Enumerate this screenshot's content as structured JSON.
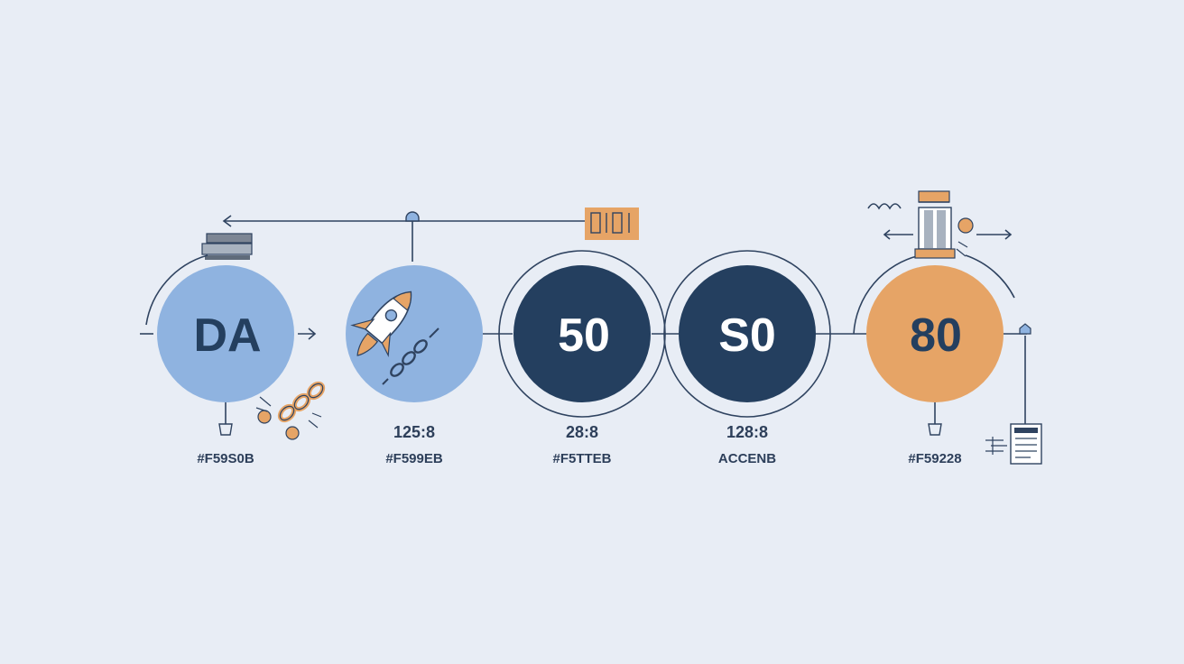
{
  "colors": {
    "background": "#e8edf5",
    "light_blue": "#8fb3e0",
    "navy": "#243f5f",
    "orange": "#e6a466",
    "line": "#2f4360",
    "text_dark": "#2d3f5a"
  },
  "nodes": [
    {
      "label": "DA",
      "value_caption": "",
      "color_caption": "#F59S0B",
      "fill": "#8fb3e0",
      "text_color": "#243f5f"
    },
    {
      "label": "",
      "value_caption": "125:8",
      "color_caption": "#F599EB",
      "fill": "#8fb3e0",
      "text_color": "#243f5f"
    },
    {
      "label": "50",
      "value_caption": "28:8",
      "color_caption": "#F5TTEB",
      "fill": "#243f5f",
      "text_color": "#ffffff"
    },
    {
      "label": "S0",
      "value_caption": "128:8",
      "color_caption": "ACCENB",
      "fill": "#243f5f",
      "text_color": "#ffffff"
    },
    {
      "label": "80",
      "value_caption": "",
      "color_caption": "#F59228",
      "fill": "#e6a466",
      "text_color": "#243f5f"
    }
  ],
  "icons": {
    "stack": "stacked-books-icon",
    "rocket": "rocket-icon",
    "chain": "chain-link-icon",
    "tag": "tag-icon",
    "lamp": "lamp-icon",
    "document": "document-icon"
  }
}
